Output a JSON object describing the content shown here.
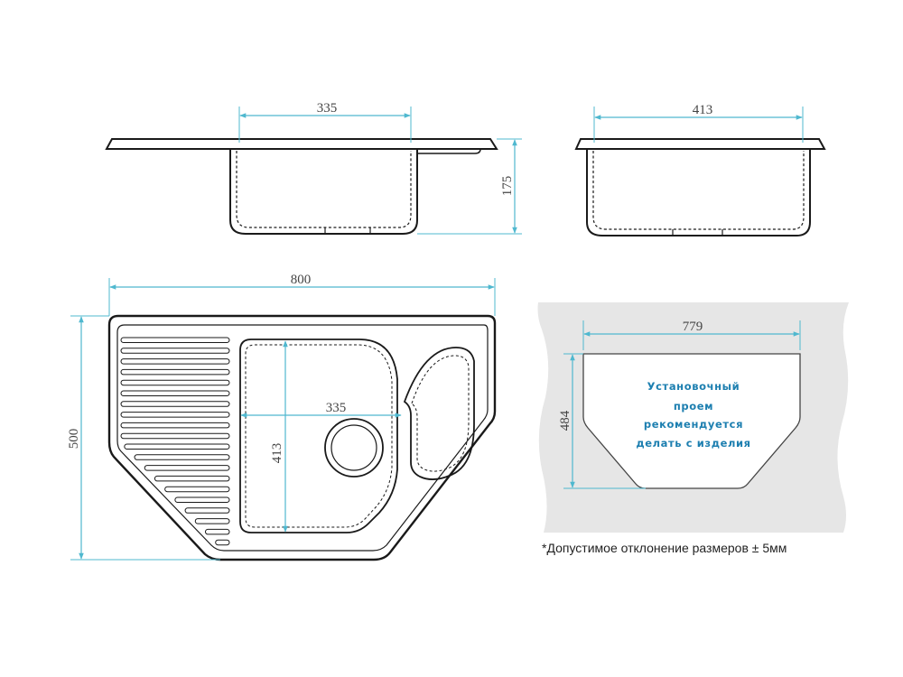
{
  "colors": {
    "dimension": "#4fb8cf",
    "outline": "#1a1a1a",
    "cutout_text": "#1d7fb0",
    "countertop": "#e6e6e6"
  },
  "views": {
    "side_view_left": {
      "width_label": "335",
      "height_label": "175"
    },
    "side_view_right": {
      "width_label": "413"
    },
    "top_view": {
      "overall_width_label": "800",
      "overall_depth_label": "500",
      "bowl_width_label": "335",
      "bowl_depth_label": "413"
    },
    "cutout": {
      "width_label": "779",
      "depth_label": "484",
      "text_lines": [
        "Установочный",
        "проем",
        "рекомендуется",
        "делать с изделия"
      ]
    }
  },
  "note": "*Допустимое отклонение размеров ± 5мм"
}
